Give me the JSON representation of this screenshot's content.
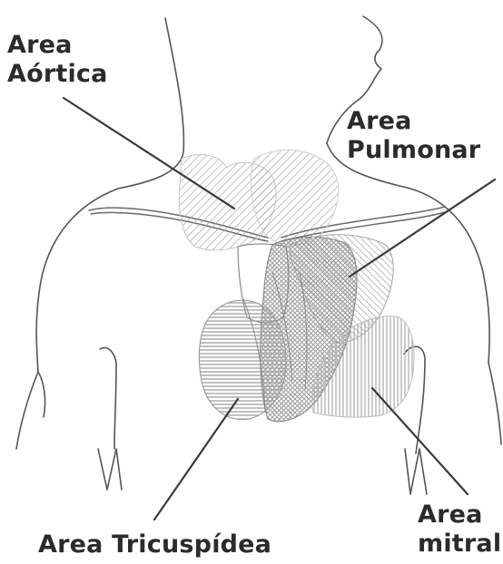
{
  "labels": {
    "aortic": [
      "Area",
      "Aórtica"
    ],
    "pulmonar": [
      "Area",
      "Pulmonar"
    ],
    "tricuspid": [
      "Area Tricuspídea"
    ],
    "mitral": [
      "Area",
      "mitral"
    ]
  },
  "colors": {
    "outline": "#555555",
    "hatch": "#9a9a9a",
    "text": "#2b2b2b",
    "leader": "#3a3a3a"
  }
}
